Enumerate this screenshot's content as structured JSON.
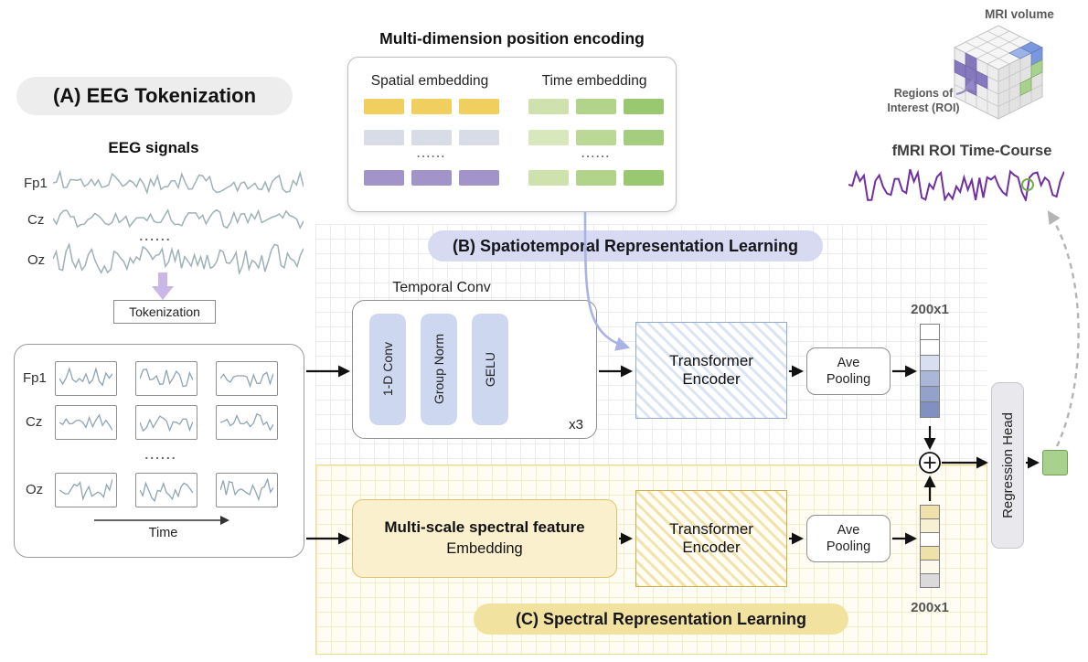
{
  "panel_a": {
    "title": "(A) EEG Tokenization",
    "signals_heading": "EEG signals",
    "channels": [
      "Fp1",
      "Cz",
      "Oz"
    ],
    "dots": "......",
    "tokenization_label": "Tokenization",
    "time_axis_label": "Time"
  },
  "position_encoding": {
    "title": "Multi-dimension position encoding",
    "spatial_label": "Spatial embedding",
    "time_label": "Time embedding",
    "dots": "......",
    "spatial_rows": [
      [
        "#f0cf5e",
        "#f0cf5e",
        "#f0cf5e"
      ],
      [
        "#d7dce7",
        "#d7dce7",
        "#d7dce7"
      ],
      [
        "#a293c8",
        "#a293c8",
        "#a293c8"
      ]
    ],
    "time_rows": [
      [
        "#cfe2ad",
        "#b2d48a",
        "#9ac871"
      ],
      [
        "#d8e8bc",
        "#bcd897",
        "#a4ce7e"
      ],
      [
        "#cfe2ad",
        "#b2d48a",
        "#9ac871"
      ]
    ]
  },
  "panel_b": {
    "title": "(B) Spatiotemporal Representation Learning",
    "temporal_conv_label": "Temporal Conv",
    "conv_blocks": [
      "1-D Conv",
      "Group Norm",
      "GELU"
    ],
    "repeat_label": "x3",
    "transformer_label": "Transformer Encoder",
    "pooling_label": "Ave Pooling",
    "vector_label": "200x1",
    "vector_cells": [
      "#ffffff",
      "#ffffff",
      "#d8dff0",
      "#aab7d9",
      "#92a2cb",
      "#7f90c1"
    ]
  },
  "panel_c": {
    "title": "(C) Spectral Representation Learning",
    "feature_label": "Multi-scale spectral feature",
    "feature_sublabel": "Embedding",
    "transformer_label": "Transformer Encoder",
    "pooling_label": "Ave Pooling",
    "vector_label": "200x1",
    "vector_cells": [
      "#f0e1aa",
      "#f8f0d2",
      "#ffffff",
      "#f0e1aa",
      "#fcf8ea",
      "#dadada"
    ]
  },
  "output": {
    "regression_label": "Regression Head"
  },
  "mri": {
    "volume_label": "MRI volume",
    "roi_line1": "Regions of",
    "roi_line2": "Interest (ROI)",
    "timecourse_label": "fMRI ROI Time-Course"
  },
  "colors": {
    "panel_b_accent": "#d7daf1",
    "panel_c_accent": "#f2e2a0",
    "conv_block_fill": "#cdd7ef",
    "eeg_trace": "#9fb1b6",
    "fmri_trace": "#70309f",
    "output_square": "#a9d18e",
    "roi_purple": "#8678bd",
    "roi_blue": "#7b97dd",
    "roi_green": "#a9d18e"
  }
}
